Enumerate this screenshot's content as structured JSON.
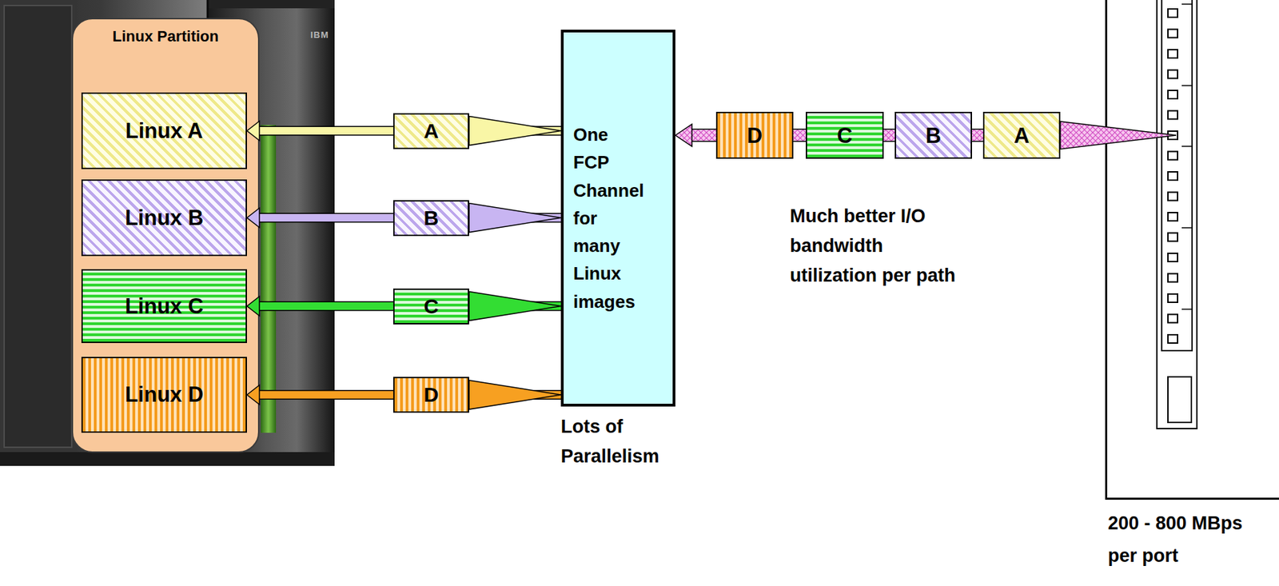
{
  "diagram": {
    "nodes": [
      {
        "text": [
          "Linux Partition"
        ]
      },
      {
        "text": [
          "Linux A"
        ],
        "in": 0
      },
      {
        "text": [
          "Linux B"
        ],
        "in": 0
      },
      {
        "text": [
          "Linux C"
        ],
        "in": 0
      },
      {
        "text": [
          "Linux D"
        ],
        "in": 0
      },
      {
        "text": [
          "One FCP Channel for many Linux images"
        ]
      },
      {
        "text": [
          "200 - 800 MBps per port"
        ]
      }
    ],
    "edges": [
      {
        "from": 5,
        "to": 1,
        "arrow": "to",
        "label": "A"
      },
      {
        "from": 5,
        "to": 2,
        "arrow": "to",
        "label": "B"
      },
      {
        "from": 5,
        "to": 3,
        "arrow": "to",
        "label": "C"
      },
      {
        "from": 5,
        "to": 4,
        "arrow": "to",
        "label": "D"
      },
      {
        "from": 6,
        "to": 5,
        "arrow": "to"
      }
    ],
    "labels": [
      "IBM",
      "D",
      "C",
      "B",
      "A",
      "Much better I/O bandwidth utilization per path",
      "Lots of Parallelism"
    ]
  }
}
